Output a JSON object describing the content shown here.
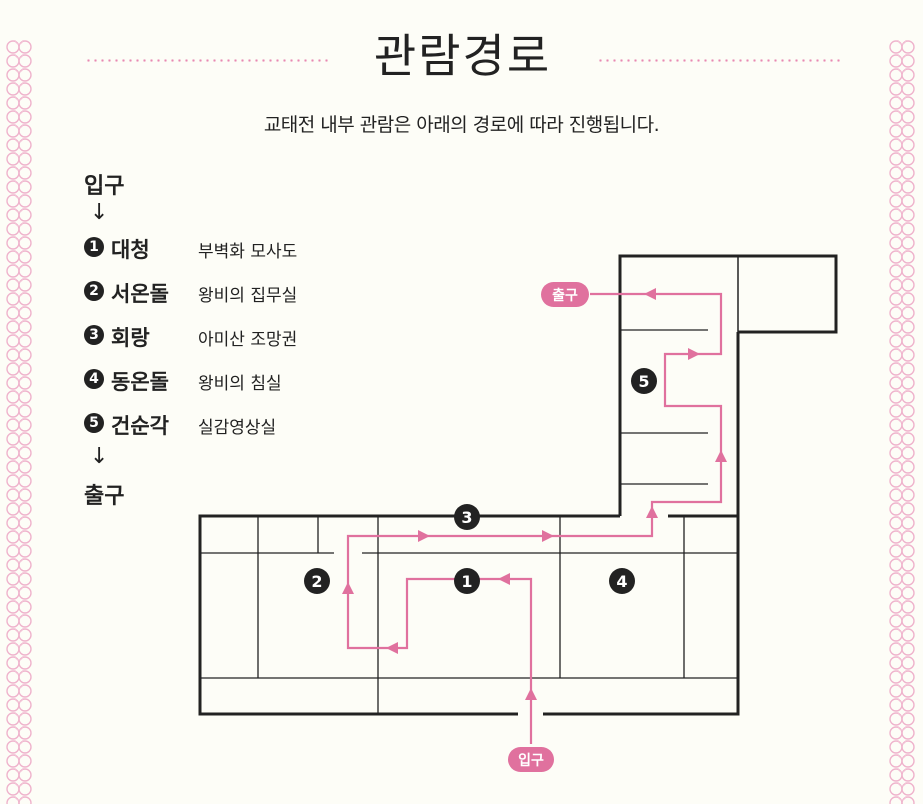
{
  "title": "관람경로",
  "subtitle": "교태전 내부 관람은 아래의 경로에 따라 진행됩니다.",
  "colors": {
    "accent": "#e0719e",
    "dark": "#222222",
    "background": "#fdfdf7",
    "border_pattern": "#efb3cc"
  },
  "legend": {
    "entrance": "입구",
    "arrow": "↓",
    "exit": "출구",
    "items": [
      {
        "number": "1",
        "name": "대청",
        "desc": "부벽화 모사도"
      },
      {
        "number": "2",
        "name": "서온돌",
        "desc": "왕비의 집무실"
      },
      {
        "number": "3",
        "name": "회랑",
        "desc": "아미산 조망권"
      },
      {
        "number": "4",
        "name": "동온돌",
        "desc": "왕비의 침실"
      },
      {
        "number": "5",
        "name": "건순각",
        "desc": "실감영상실"
      }
    ]
  },
  "floorplan": {
    "entrance_label": "입구",
    "exit_label": "출구",
    "markers": [
      "1",
      "2",
      "3",
      "4",
      "5"
    ]
  }
}
